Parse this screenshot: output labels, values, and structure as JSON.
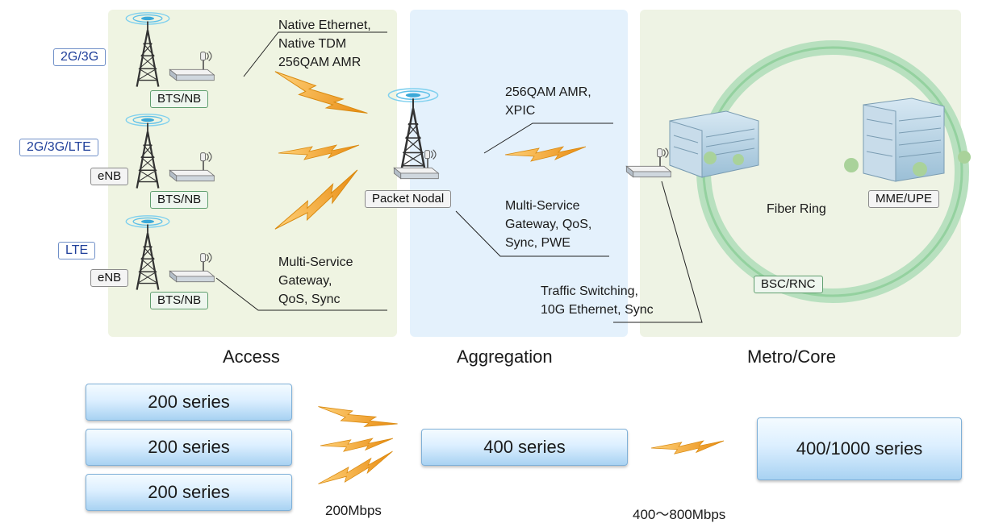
{
  "zones": {
    "access": "Access",
    "aggregation": "Aggregation",
    "metro": "Metro/Core"
  },
  "sites": [
    {
      "tech": "2G/3G",
      "eNB": "",
      "bts": "BTS/NB"
    },
    {
      "tech": "2G/3G/LTE",
      "eNB": "eNB",
      "bts": "BTS/NB"
    },
    {
      "tech": "LTE",
      "eNB": "eNB",
      "bts": "BTS/NB"
    }
  ],
  "notes": {
    "access_top": [
      "Native Ethernet,",
      "Native TDM",
      "256QAM AMR"
    ],
    "access_bottom": [
      "Multi-Service",
      "Gateway,",
      "QoS, Sync"
    ],
    "agg_top": [
      "256QAM AMR,",
      "XPIC"
    ],
    "agg_mid": [
      "Multi-Service",
      "Gateway, QoS,",
      "Sync, PWE"
    ],
    "metro": [
      "Traffic Switching,",
      "10G Ethernet, Sync"
    ]
  },
  "nodal": "Packet Nodal",
  "metro_labels": {
    "ring": "Fiber Ring",
    "mme": "MME/UPE",
    "bsc": "BSC/RNC"
  },
  "products": {
    "access": [
      "200 series",
      "200 series",
      "200 series"
    ],
    "aggregation": "400 series",
    "core": "400/1000 series"
  },
  "speeds": {
    "access_agg": "200Mbps",
    "agg_core": "400〜800Mbps"
  },
  "colors": {
    "zone_access": "#eff4e2",
    "zone_aggregation": "#e4f1fc",
    "zone_metro": "#eef3e4",
    "ring": "#a9d9b0",
    "bolt": "#f0a020",
    "tag_blue": "#1f3f9a"
  }
}
